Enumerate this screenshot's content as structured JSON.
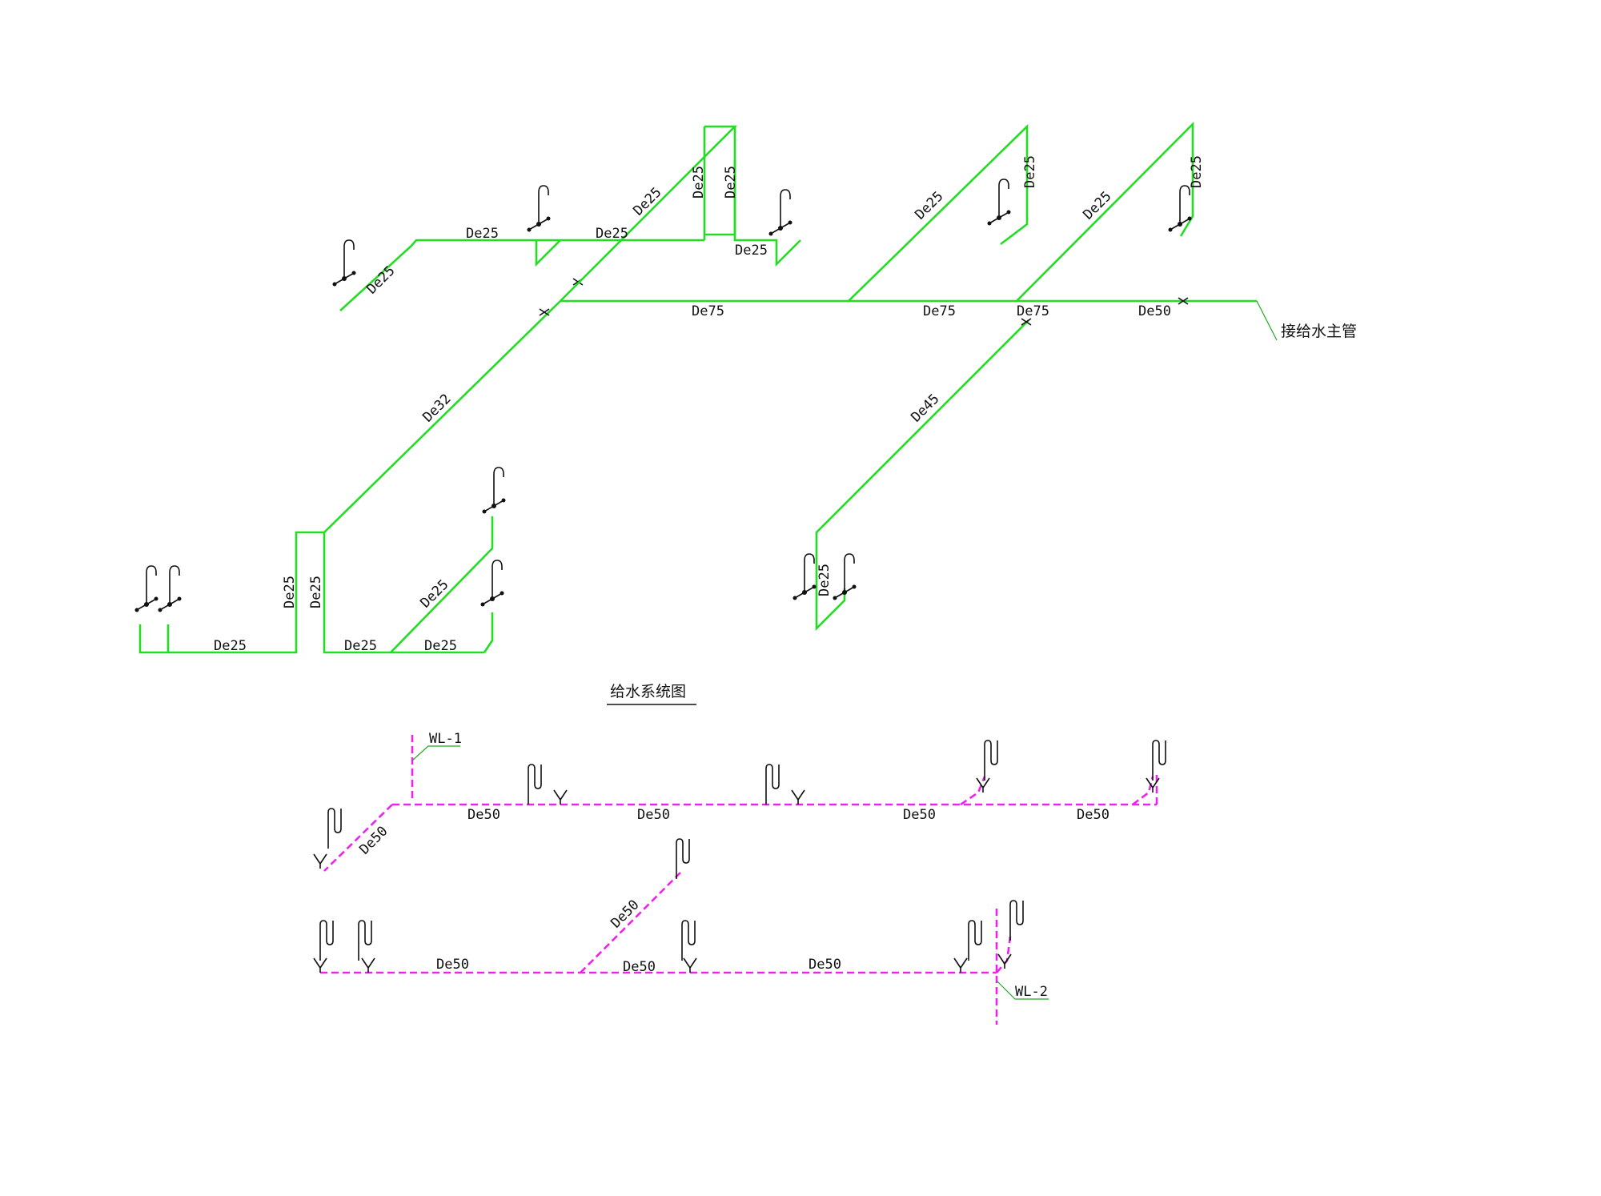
{
  "colors": {
    "supply_pipe": "#22dd22",
    "drain_pipe": "#ee22ee",
    "fixture": "#111111",
    "background": "#ffffff"
  },
  "supply_system": {
    "caption": "给水系统图",
    "main_pipe_note": "接给水主管",
    "labels": {
      "de25_a": "De25",
      "de25_b": "De25",
      "de25_c": "De25",
      "de25_d": "De25",
      "de25_e": "De25",
      "de25_f": "De25",
      "de25_g": "De25",
      "de25_h": "De25",
      "de25_i": "De25",
      "de25_j": "De25",
      "de25_k": "De25",
      "de25_l": "De25",
      "de25_m": "De25",
      "de25_n": "De25",
      "de25_o": "De25",
      "de25_p": "De25",
      "de25_q": "De25",
      "de32": "De32",
      "de75_a": "De75",
      "de75_b": "De75",
      "de75_c": "De75",
      "de50": "De50",
      "de45": "De45"
    }
  },
  "drain_system": {
    "riser_1": "WL-1",
    "riser_2": "WL-2",
    "labels": {
      "r1_a": "De50",
      "r1_b": "De50",
      "r1_c": "De50",
      "r1_d": "De50",
      "r1_diag": "De50",
      "r2_a": "De50",
      "r2_b": "De50",
      "r2_c": "De50",
      "r2_diag": "De50"
    }
  }
}
